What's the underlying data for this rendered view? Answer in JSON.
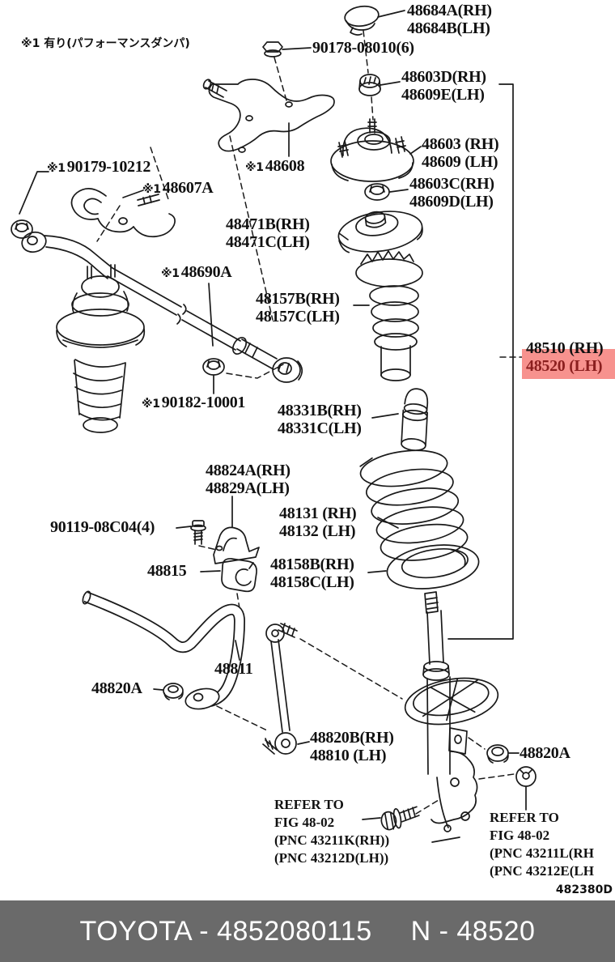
{
  "note_top_left": "※1 有り(パフォーマンスダンパ)",
  "diagram_code": "482380D",
  "colors": {
    "highlight_bg": "#f7928e",
    "highlight_text": "#8b1f1f",
    "footer_bg": "#6a6a6a",
    "footer_text": "#ffffff"
  },
  "footer": {
    "catalog_label": "TOYOTA - 4852080115",
    "part_label": "N - 48520"
  },
  "parts": {
    "cap": {
      "line1": "48684A(RH)",
      "line2": "48684B(LH)"
    },
    "mount_bolt": {
      "line1": "90178-08010(6)"
    },
    "mount_nut": {
      "line1": "48603D(RH)",
      "line2": "48609E(LH)"
    },
    "support": {
      "line1": "48603 (RH)",
      "line2": "48609 (LH)"
    },
    "bracket": {
      "prefix": "※1",
      "line1": "48608"
    },
    "damper_bolt": {
      "prefix": "※1",
      "line1": "90179-10212"
    },
    "damper_clamp": {
      "prefix": "※1",
      "line1": "48607A"
    },
    "support_nut": {
      "line1": "48603C(RH)",
      "line2": "48609D(LH)"
    },
    "upper_seat": {
      "line1": "48471B(RH)",
      "line2": "48471C(LH)"
    },
    "performance_damper": {
      "prefix": "※1",
      "line1": "48690A"
    },
    "dust_cover": {
      "line1": "48157B(RH)",
      "line2": "48157C(LH)"
    },
    "shock_absorber": {
      "line1": "48510 (RH)",
      "line2": "48520 (LH)"
    },
    "damper_nut": {
      "prefix": "※1",
      "line1": "90182-10001"
    },
    "spring_bumper": {
      "line1": "48331B(RH)",
      "line2": "48331C(LH)"
    },
    "stabilizer_bracket": {
      "line1": "48824A(RH)",
      "line2": "48829A(LH)"
    },
    "bracket_bolt": {
      "line1": "90119-08C04(4)"
    },
    "coil_spring": {
      "line1": "48131 (RH)",
      "line2": "48132 (LH)"
    },
    "stabilizer_bush": {
      "line1": "48815"
    },
    "lower_insulator": {
      "line1": "48158B(RH)",
      "line2": "48158C(LH)"
    },
    "stabilizer_bar": {
      "line1": "48811"
    },
    "stabilizer_nut_left": {
      "line1": "48820A"
    },
    "stabilizer_link": {
      "line1": "48820B(RH)",
      "line2": "48810 (LH)"
    },
    "stabilizer_nut_right": {
      "line1": "48820A"
    },
    "refer_left": {
      "lines": [
        "REFER TO",
        "FIG 48-02",
        "(PNC 43211K(RH))",
        "(PNC 43212D(LH))"
      ]
    },
    "refer_right": {
      "lines": [
        "REFER TO",
        "FIG 48-02",
        "(PNC 43211L(RH",
        "(PNC 43212E(LH"
      ]
    }
  }
}
